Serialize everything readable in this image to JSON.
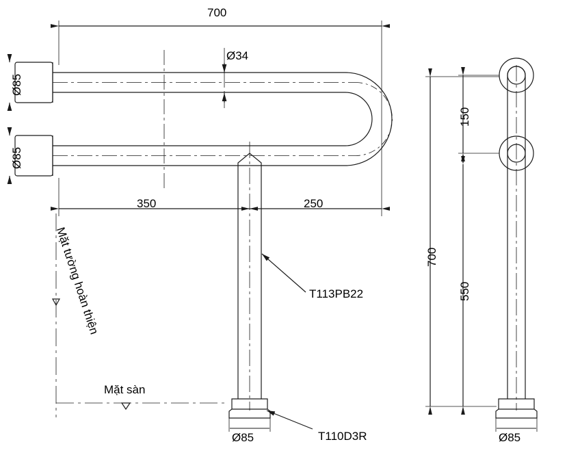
{
  "drawing": {
    "title": "Technical drawing of grab bar T113PB22 with floor flange T110D3R",
    "line_color": "#1a1a1a",
    "text_color": "#000000",
    "background": "#ffffff"
  },
  "front_view": {
    "dimensions": {
      "overall_width": "700",
      "left_segment": "350",
      "right_segment": "250",
      "tube_diameter": "Ø34",
      "flange_top": "Ø85",
      "flange_bottom": "Ø85",
      "base_diameter": "Ø85"
    },
    "notes": {
      "wall_line": "Mặt tường hoàn thiện",
      "floor_line": "Mặt sàn"
    },
    "callouts": {
      "post": "T113PB22",
      "base": "T110D3R"
    }
  },
  "side_view": {
    "dimensions": {
      "top_spacing": "150",
      "lower_height": "550",
      "overall_height": "700",
      "base_diameter": "Ø85"
    }
  }
}
